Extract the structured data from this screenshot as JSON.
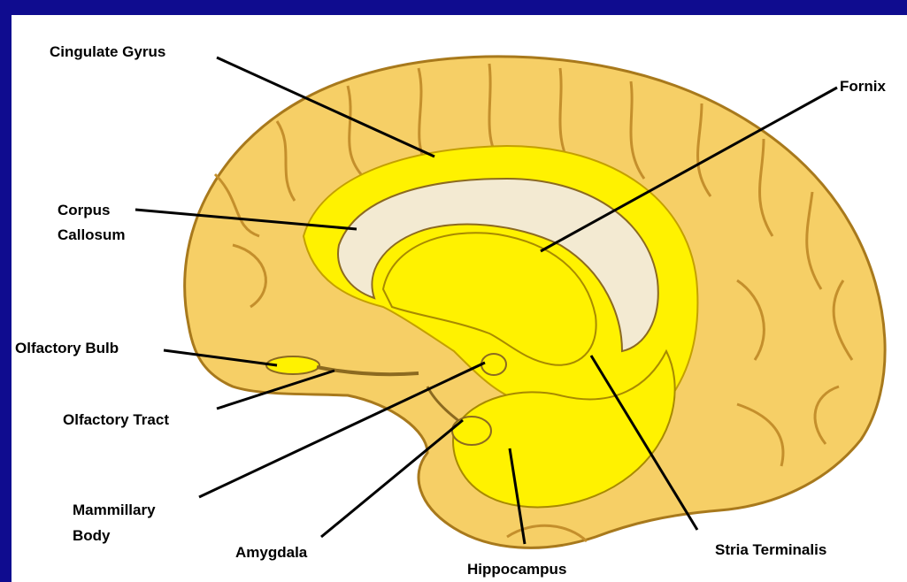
{
  "diagram": {
    "labels": {
      "cingulate_gyrus": "Cingulate Gyrus",
      "fornix": "Fornix",
      "corpus_callosum_1": "Corpus",
      "corpus_callosum_2": "Callosum",
      "olfactory_bulb": "Olfactory Bulb",
      "olfactory_tract": "Olfactory Tract",
      "mammillary_body_1": "Mammillary",
      "mammillary_body_2": "Body",
      "amygdala": "Amygdala",
      "hippocampus": "Hippocampus",
      "stria_terminalis": "Stria Terminalis"
    }
  },
  "colors": {
    "background": "#0f0c8f",
    "panel": "#ffffff",
    "cortex": "#f6cf66",
    "cortex_dark": "#d9a640",
    "limbic": "#fff200",
    "callosum": "#f3ead2"
  }
}
